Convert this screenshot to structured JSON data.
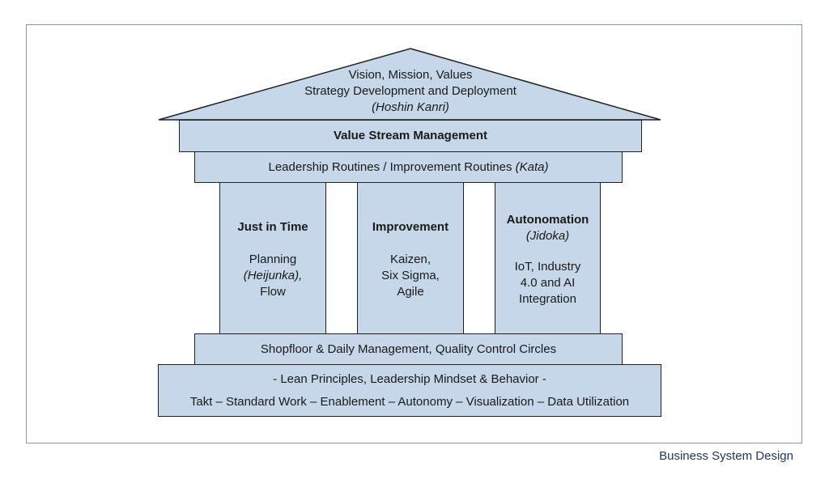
{
  "roof": {
    "line1": "Vision, Mission, Values",
    "line2": "Strategy Development and Deployment",
    "line3": "(Hoshin Kanri)"
  },
  "value_stream": "Value Stream Management",
  "routines": {
    "text": "Leadership Routines / Improvement Routines ",
    "italic": "(Kata)"
  },
  "pillars": [
    {
      "title": "Just in Time",
      "line1": "Planning",
      "line2": "(Heijunka),",
      "line3": "Flow"
    },
    {
      "title": "Improvement",
      "line1": "Kaizen,",
      "line2": "Six Sigma,",
      "line3": "Agile"
    },
    {
      "title": "Autonomation",
      "subtitle": "(Jidoka)",
      "line1": "IoT, Industry",
      "line2": "4.0 and AI",
      "line3": "Integration"
    }
  ],
  "shopfloor": "Shopfloor & Daily Management, Quality Control Circles",
  "base": {
    "line1": "- Lean Principles, Leadership Mindset & Behavior -",
    "line2": "Takt – Standard Work – Enablement – Autonomy – Visualization – Data Utilization"
  },
  "footer": "Business System Design",
  "colors": {
    "fill": "#c5d7e8",
    "outline": "#222222",
    "footer": "#1f3864"
  }
}
